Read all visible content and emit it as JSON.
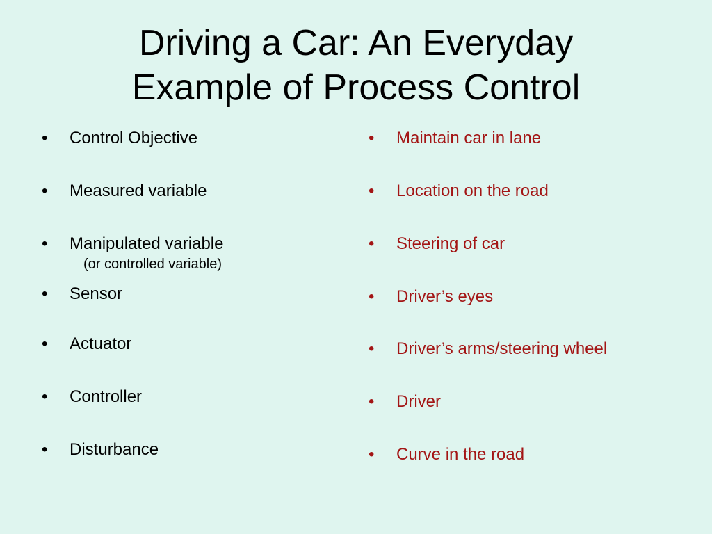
{
  "slide": {
    "title_line1": "Driving a Car: An Everyday",
    "title_line2": "Example of Process Control",
    "bullet_char": "•",
    "terms": [
      "Control Objective",
      "Measured variable",
      "Manipulated variable",
      "Sensor",
      "Actuator",
      "Controller",
      "Disturbance"
    ],
    "term_note": "(or controlled variable)",
    "examples": [
      "Maintain car in lane",
      "Location on the road",
      "Steering of car",
      "Driver’s eyes",
      "Driver’s arms/steering wheel",
      "Driver",
      "Curve in the road"
    ],
    "colors": {
      "background": "#dff5ef",
      "term_text": "#000000",
      "example_text": "#a31515"
    }
  }
}
